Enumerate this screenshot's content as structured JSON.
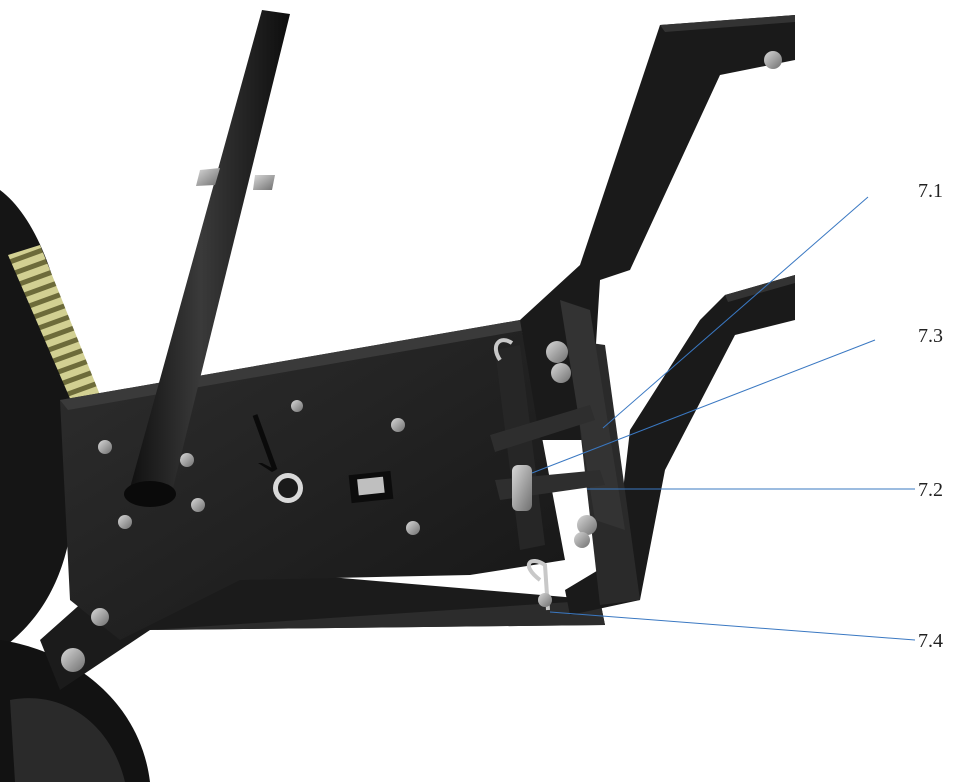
{
  "callouts": [
    {
      "id": "7.1",
      "label": "7.1"
    },
    {
      "id": "7.3",
      "label": "7.3"
    },
    {
      "id": "7.2",
      "label": "7.2"
    },
    {
      "id": "7.4",
      "label": "7.4"
    }
  ],
  "colors": {
    "metal_dark": "#1c1c1c",
    "metal_mid": "#2b2b2b",
    "metal_edge": "#444444",
    "spring": "#c8c78a",
    "bolt": "#a9a9a9",
    "leader_line": "#3a78c2",
    "background": "#ffffff"
  }
}
